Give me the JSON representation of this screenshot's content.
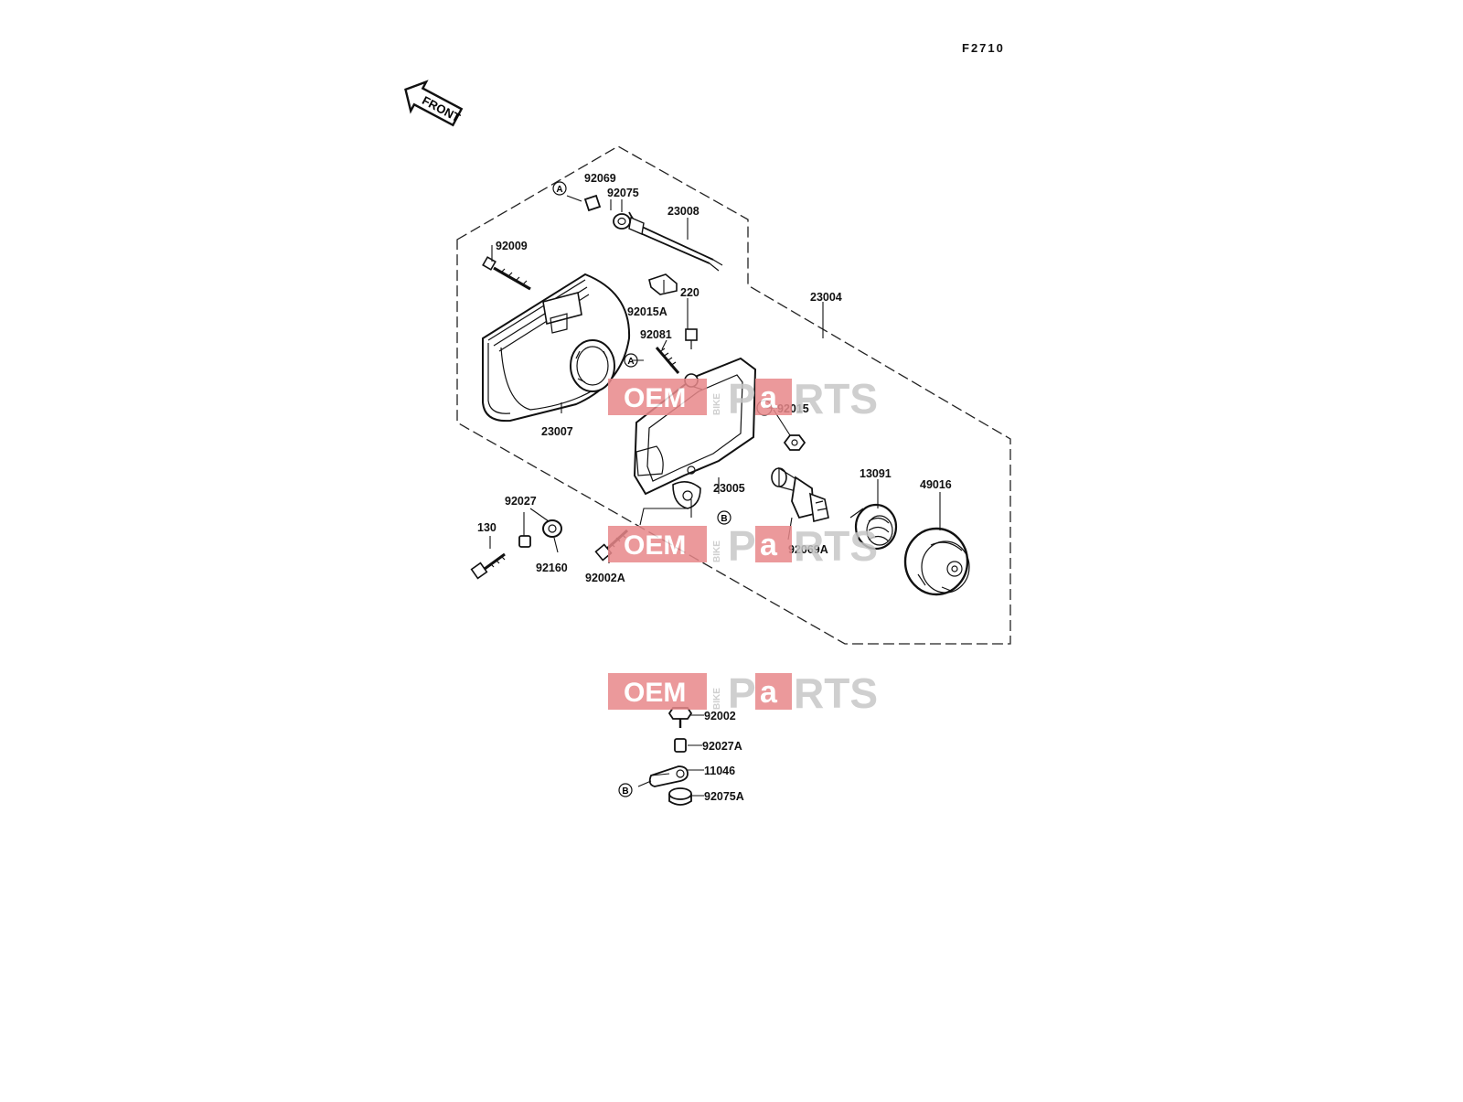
{
  "figure_code": "F2710",
  "front_label": "FRONT",
  "watermark": {
    "oem": "OEM",
    "bike": "BIKE",
    "p": "P",
    "a": "a",
    "rts": "RTS",
    "red": "#e8888a",
    "gray": "#c7c7c7"
  },
  "callouts": {
    "a": "A",
    "b": "B"
  },
  "parts": {
    "p92069": "92069",
    "p92075": "92075",
    "p23008": "23008",
    "p92009": "92009",
    "p220": "220",
    "p92015A": "92015A",
    "p92081": "92081",
    "p23004": "23004",
    "p92015": "92015",
    "p23007": "23007",
    "p23005": "23005",
    "p13091": "13091",
    "p49016": "49016",
    "p92027": "92027",
    "p130": "130",
    "p92160": "92160",
    "p92002A": "92002A",
    "p92069A": "92069A",
    "p92002": "92002",
    "p92027A": "92027A",
    "p11046": "11046",
    "p92075A": "92075A"
  }
}
